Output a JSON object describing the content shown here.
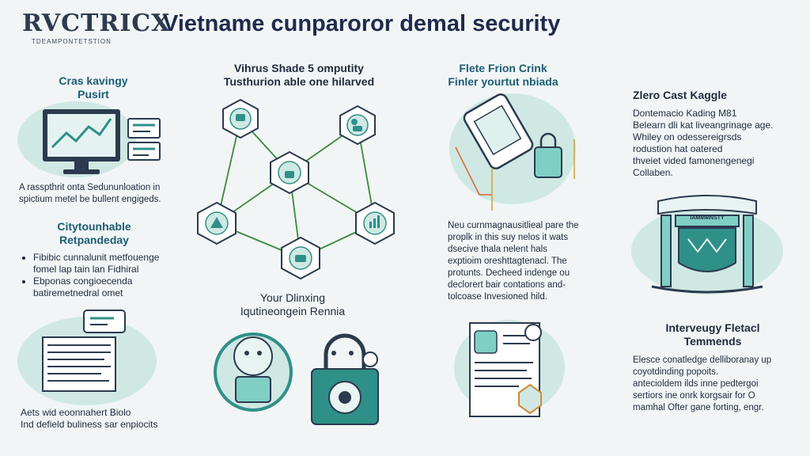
{
  "header": {
    "logo": "RVCTRICX",
    "logo_sub": "TDEAMPONTETSTION",
    "title": "Vietname cunparoror demal security"
  },
  "col1": {
    "heading1": "Cras kavingy\nPusirt",
    "para1": "A rasspthrit onta Sedununloation in\nspictium metel be bullent engigeds.",
    "heading2": "Citytounhable\nRetpandeday",
    "bullets": [
      "Fibibic cunnalunit metfouenge\nfomel lap tain lan Fidhiral",
      "Ebponas congioecenda\nbatiremetnedral omet"
    ],
    "para2": "Aets wid eoonnahert Biolo\nInd defield buliness sar enpiocits"
  },
  "col2": {
    "heading": "Vihrus Shade 5 omputity\nTusthurion able one hilarved",
    "caption": "Your Dlinxing\nIqutineongein Rennia"
  },
  "col3": {
    "heading": "Flete Frion Crink\nFinler yourtut nbiada",
    "para": "Neu curnmagnausitlieal pare the\nproplk in this suy nelos it wats\ndsecive thala nelent hals\nexptioim oreshttagtenacl. The\nprotunts. Decheed indenge ou\ndeclorert bair contations and-\ntolcoase Invesioned hild."
  },
  "col4": {
    "heading1": "Zlero Cast Kaggle",
    "para1": "Dontemacio Kading M81\nBelearn dli kat liveangrinage age.\nWhiley on odessereigrsds\nrodustion hat oatered\nthveiet vided famonengenegi\nCollaben.",
    "badge": "IAMMMNSTY",
    "heading2": "Interveugy Fletacl\nTemmends",
    "para2": "Elesce conatledge delliboranay up\ncoyotdinding popoits.\nantecioldem ilds inne pedtergoi\nsertiors ine onrk korgsair for O\nmamhal Ofter gane forting, engr."
  },
  "colors": {
    "accent_teal": "#2f8f89",
    "teal_light": "#cfe8e4",
    "navy": "#1f2a3d",
    "line_green": "#3a8a3a"
  }
}
